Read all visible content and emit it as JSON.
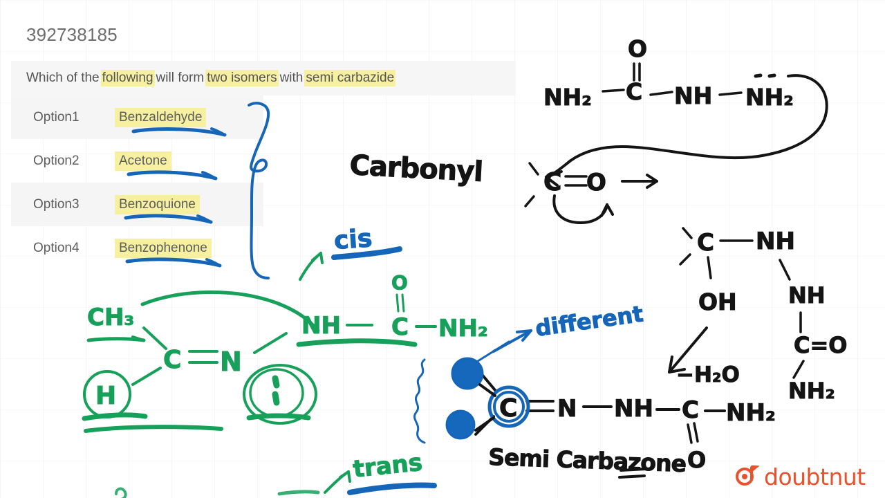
{
  "page": {
    "question_id": "392738185",
    "background_color": "#ffffff",
    "highlight_color": "#f6f0a0"
  },
  "question": {
    "stem_segments": [
      {
        "text": "Which of the ",
        "highlighted": false
      },
      {
        "text": "following",
        "highlighted": true
      },
      {
        "text": " will form ",
        "highlighted": false
      },
      {
        "text": "two isomers",
        "highlighted": true
      },
      {
        "text": " with ",
        "highlighted": false
      },
      {
        "text": "semi carbazide",
        "highlighted": true
      }
    ],
    "stem_plain": "Which of the following will form two isomers with semi carbazide",
    "options": [
      {
        "label": "Option1",
        "value": "Benzaldehyde"
      },
      {
        "label": "Option2",
        "value": "Acetone"
      },
      {
        "label": "Option3",
        "value": "Benzoquione"
      },
      {
        "label": "Option4",
        "value": "Benzophenone"
      }
    ]
  },
  "annotations": {
    "black_ink_color": "#141414",
    "blue_ink_color": "#1565b8",
    "green_ink_color": "#16a05a",
    "black": {
      "semicarbazide": {
        "nh2_left": "NH₂",
        "carbon": "C",
        "oxygen": "O",
        "nh": "NH",
        "nh2_right": "NH₂"
      },
      "carbonyl_word": "Carbonyl",
      "carbonyl_group": {
        "carbon": "C",
        "oxygen": "O"
      },
      "intermediate": {
        "carbon": "C",
        "nh_top": "NH",
        "oh": "OH",
        "nh_mid": "NH",
        "c_o": "C=O",
        "nh2": "NH₂"
      },
      "minus_water": "−H₂O",
      "product": {
        "carbon": "C",
        "n": "N",
        "nh": "NH",
        "c": "C",
        "o": "O",
        "nh2": "NH₂"
      },
      "product_name": "Semi Carbazone"
    },
    "blue": {
      "cis": "cis",
      "different": "different"
    },
    "green": {
      "ch3": "CH₃",
      "h": "H",
      "c": "C",
      "n": "N",
      "nh": "NH",
      "carbonyl_c": "C",
      "carbonyl_o": "O",
      "nh2": "NH₂",
      "trans": "trans"
    }
  },
  "branding": {
    "wordmark": "doubtnut",
    "logo_color": "#e8522c"
  }
}
